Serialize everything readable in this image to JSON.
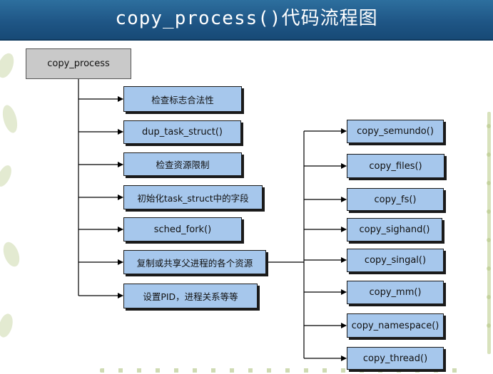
{
  "title": "copy_process()代码流程图",
  "root": {
    "label": "copy_process"
  },
  "steps": [
    {
      "label": "检查标志合法性"
    },
    {
      "label": "dup_task_struct()"
    },
    {
      "label": "检查资源限制"
    },
    {
      "label": "初始化task_struct中的字段"
    },
    {
      "label": "sched_fork()"
    },
    {
      "label": "复制或共享父进程的各个资源"
    },
    {
      "label": "设置PID，进程关系等等"
    }
  ],
  "resources": [
    {
      "label": "copy_semundo()"
    },
    {
      "label": "copy_files()"
    },
    {
      "label": "copy_fs()"
    },
    {
      "label": "copy_sighand()"
    },
    {
      "label": "copy_singal()"
    },
    {
      "label": "copy_mm()"
    },
    {
      "label": "copy_namespace()"
    },
    {
      "label": "copy_thread()"
    }
  ],
  "colors": {
    "header": "#1f5686",
    "step_box": "#a6c7ec",
    "root_box": "#c9c9c9",
    "line": "#000000"
  }
}
